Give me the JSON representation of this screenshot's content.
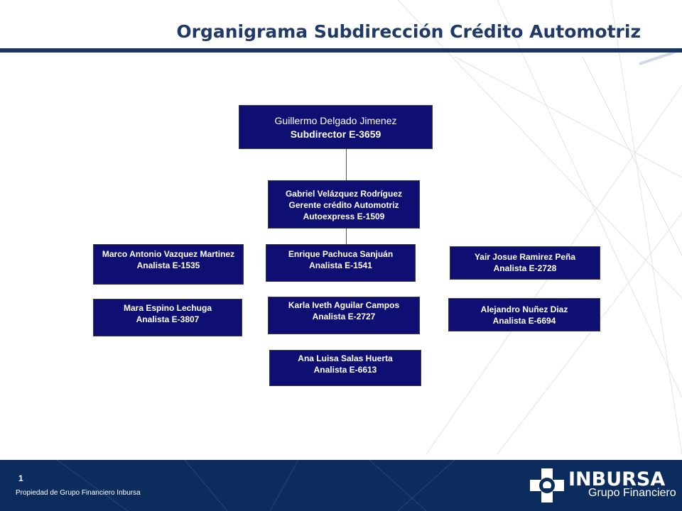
{
  "title": "Organigrama Subdirección Crédito Automotriz",
  "colors": {
    "node_fill": "#0f0f73",
    "title": "#1f3a68",
    "footer": "#0c2c5e"
  },
  "top": {
    "name": "Guillermo Delgado Jimenez",
    "role": "Subdirector E-3659"
  },
  "manager": {
    "name": "Gabriel Velázquez Rodríguez",
    "role": "Gerente crédito Automotriz",
    "unit": "Autoexpress  E-1509"
  },
  "analysts": [
    {
      "name": "Marco Antonio Vazquez Martinez",
      "role": "Analista E-1535"
    },
    {
      "name": "Mara Espino Lechuga",
      "role": "Analista E-3807"
    },
    {
      "name": "Enrique Pachuca Sanjuán",
      "role": "Analista E-1541"
    },
    {
      "name": "Karla Iveth Aguilar Campos",
      "role": "Analista E-2727"
    },
    {
      "name": "Ana Luisa Salas Huerta",
      "role": "Analista E-6613"
    },
    {
      "name": "Yair Josue Ramirez Peña",
      "role": "Analista E-2728"
    },
    {
      "name": "Alejandro Nuñez Diaz",
      "role": "Analista E-6694"
    }
  ],
  "footer": {
    "page_number": "1",
    "property_text": "Propiedad de Grupo Financiero Inbursa",
    "logo_name": "INBURSA",
    "logo_sub": "Grupo Financiero",
    "logo_icon": "inbursa-logo-icon"
  }
}
